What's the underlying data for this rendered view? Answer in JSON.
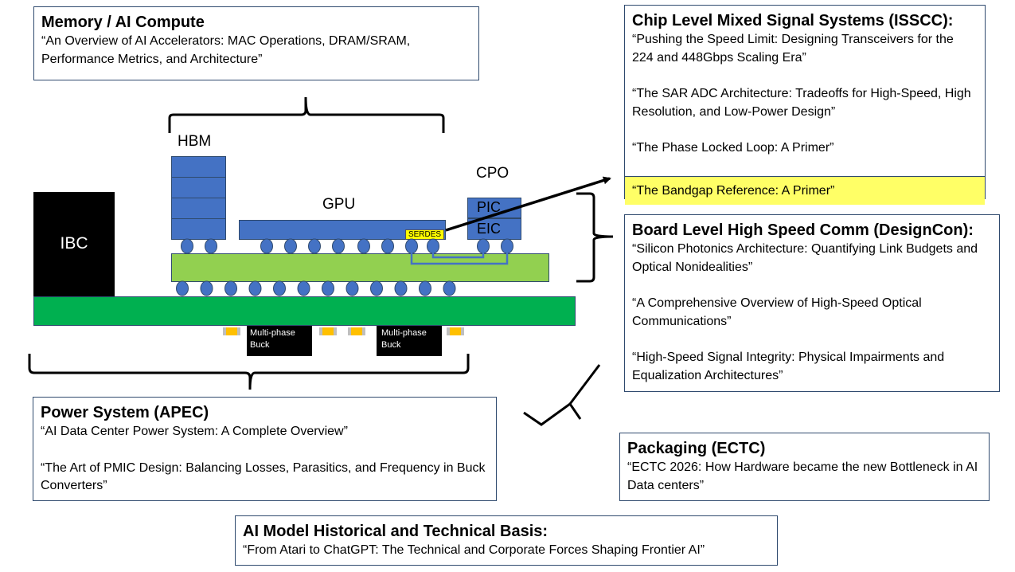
{
  "boxes": {
    "memory": {
      "title": "Memory / AI Compute",
      "talks": [
        "“An Overview of AI Accelerators: MAC Operations, DRAM/SRAM, Performance Metrics, and Architecture”"
      ]
    },
    "chip": {
      "title": "Chip Level Mixed Signal Systems (ISSCC):",
      "talks": [
        "“Pushing the Speed Limit: Designing Transceivers for the 224 and 448Gbps Scaling Era”",
        "“The SAR ADC Architecture: Tradeoffs for High-Speed, High Resolution, and Low-Power Design”",
        "“The Phase Locked Loop: A Primer”",
        "“The Bandgap Reference: A Primer”"
      ]
    },
    "board": {
      "title": "Board Level High Speed Comm (DesignCon):",
      "talks": [
        "“Silicon Photonics Architecture: Quantifying Link Budgets and Optical Nonidealities”",
        "“A Comprehensive Overview of High-Speed Optical Communications”",
        "“High-Speed Signal Integrity: Physical Impairments and Equalization Architectures”"
      ]
    },
    "power": {
      "title": "Power System (APEC)",
      "talks": [
        "“AI Data Center Power System: A Complete Overview”",
        "“The Art of PMIC Design: Balancing Losses, Parasitics, and Frequency in Buck Converters”"
      ]
    },
    "packaging": {
      "title": "Packaging (ECTC)",
      "talks": [
        "“ECTC 2026: How Hardware became the new Bottleneck in AI Data centers”"
      ]
    },
    "ai_model": {
      "title": "AI Model Historical and Technical Basis:",
      "talks": [
        "“From Atari to ChatGPT: The Technical and Corporate Forces Shaping Frontier AI”"
      ]
    }
  },
  "diagram": {
    "hbm": "HBM",
    "gpu": "GPU",
    "cpo": "CPO",
    "pic": "PIC",
    "eic": "EIC",
    "ibc": "IBC",
    "serdes": "SERDES",
    "buck_1": "Multi-phase Buck",
    "buck_2": "Multi-phase Buck"
  },
  "colors": {
    "chip_blue": "#4472c4",
    "interposer_green": "#92d050",
    "pcb_green": "#00b050",
    "highlight_yellow": "#ffff66",
    "capacitor_orange": "#ffc000",
    "box_border": "#2f4a6e"
  }
}
